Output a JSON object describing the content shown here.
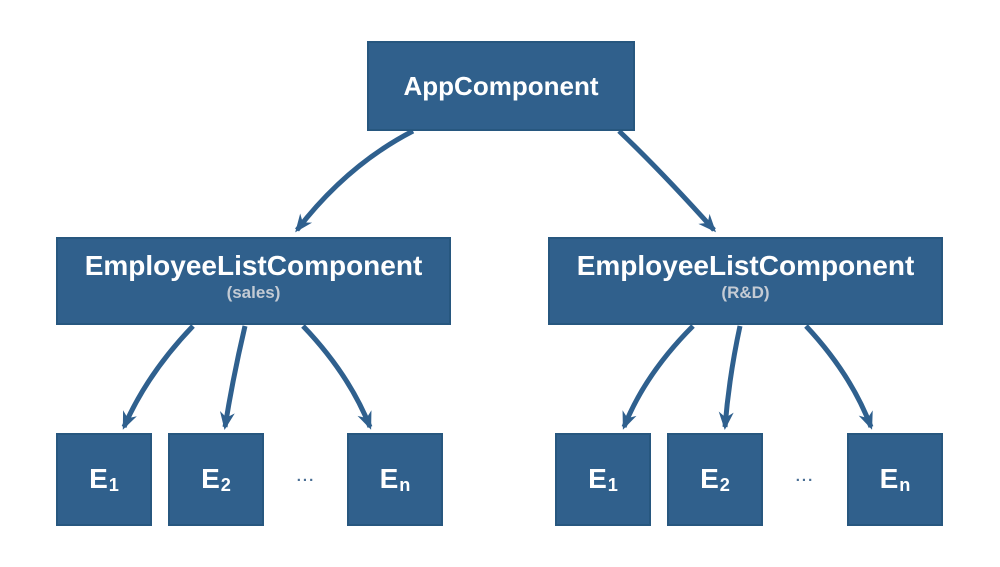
{
  "nodes": {
    "app": {
      "label": "AppComponent"
    },
    "sales": {
      "label": "EmployeeListComponent",
      "sublabel": "(sales)",
      "children": [
        {
          "base": "E",
          "sub": "1"
        },
        {
          "base": "E",
          "sub": "2"
        },
        {
          "base": "E",
          "sub": "n"
        }
      ],
      "ellipsis": "..."
    },
    "rnd": {
      "label": "EmployeeListComponent",
      "sublabel": "(R&D)",
      "children": [
        {
          "base": "E",
          "sub": "1"
        },
        {
          "base": "E",
          "sub": "2"
        },
        {
          "base": "E",
          "sub": "n"
        }
      ],
      "ellipsis": "..."
    }
  },
  "edges": [
    {
      "from": "AppComponent",
      "to": "EmployeeListComponent (sales)"
    },
    {
      "from": "AppComponent",
      "to": "EmployeeListComponent (R&D)"
    },
    {
      "from": "EmployeeListComponent (sales)",
      "to": "E1"
    },
    {
      "from": "EmployeeListComponent (sales)",
      "to": "E2"
    },
    {
      "from": "EmployeeListComponent (sales)",
      "to": "En"
    },
    {
      "from": "EmployeeListComponent (R&D)",
      "to": "E1"
    },
    {
      "from": "EmployeeListComponent (R&D)",
      "to": "E2"
    },
    {
      "from": "EmployeeListComponent (R&D)",
      "to": "En"
    }
  ],
  "colors": {
    "node_fill": "#30608C",
    "node_border": "#27577F",
    "arrow": "#2F608E",
    "label": "#FFFFFF",
    "sublabel": "#C4CBD4",
    "ellipsis": "#4A6F94",
    "background": "#FFFFFF"
  }
}
